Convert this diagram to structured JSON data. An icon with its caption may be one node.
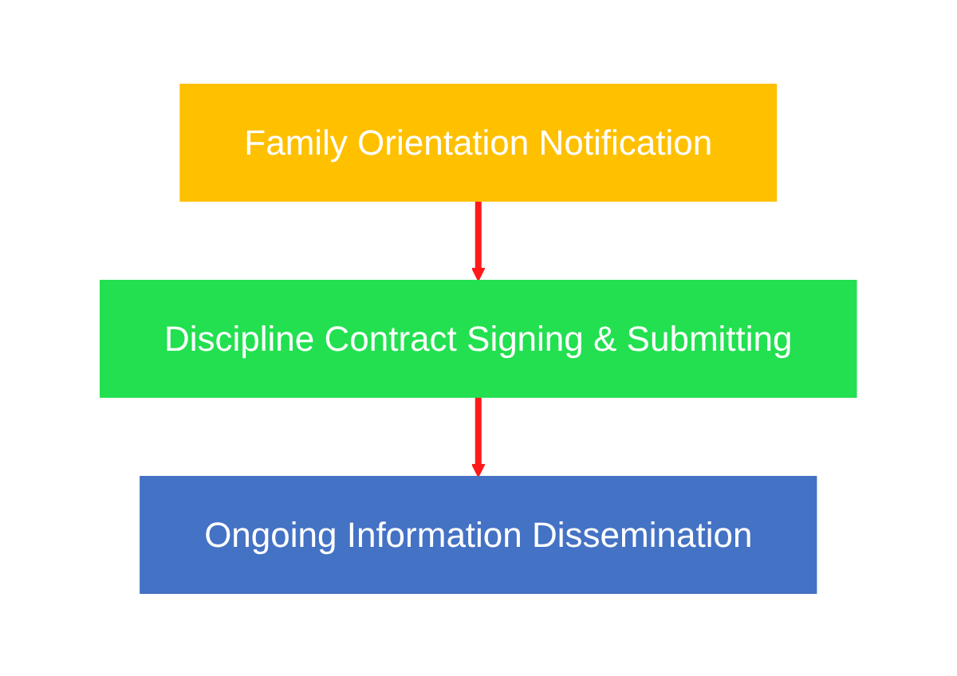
{
  "diagram": {
    "nodes": [
      {
        "text": [
          "Family Orientation Notification"
        ]
      },
      {
        "text": [
          "Discipline Contract Signing & Submitting"
        ]
      },
      {
        "text": [
          "Ongoing Information Dissemination"
        ]
      }
    ],
    "edges": [
      {
        "from": 0,
        "to": 1,
        "arrow": "to"
      },
      {
        "from": 1,
        "to": 2,
        "arrow": "to"
      }
    ]
  }
}
